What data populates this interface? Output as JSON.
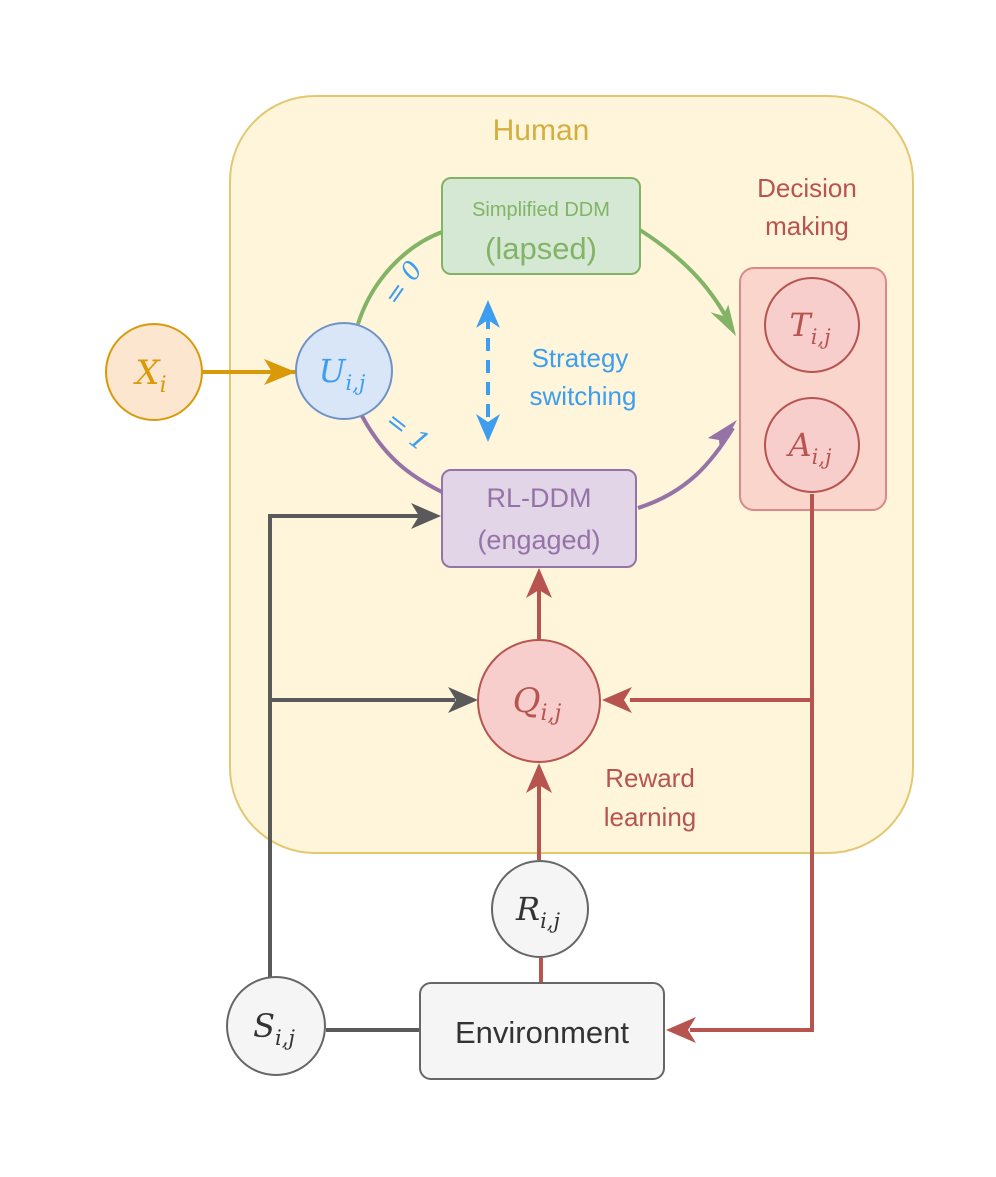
{
  "labels": {
    "human": "Human",
    "decision_making_line1": "Decision",
    "decision_making_line2": "making",
    "strategy_line1": "Strategy",
    "strategy_line2": "switching",
    "reward_line1": "Reward",
    "reward_line2": "learning",
    "u_eq0": "= 0",
    "u_eq1": "= 1"
  },
  "boxes": {
    "lapsed_line1": "Simplified DDM",
    "lapsed_line2": "(lapsed)",
    "engaged_line1": "RL-DDM",
    "engaged_line2": "(engaged)",
    "environment": "Environment"
  },
  "nodes": {
    "X": {
      "base": "X",
      "sub": "i"
    },
    "U": {
      "base": "U",
      "sub": "i,j"
    },
    "T": {
      "base": "T",
      "sub": "i,j"
    },
    "A": {
      "base": "A",
      "sub": "i,j"
    },
    "Q": {
      "base": "Q",
      "sub": "i,j"
    },
    "R": {
      "base": "R",
      "sub": "i,j"
    },
    "S": {
      "base": "S",
      "sub": "i,j"
    }
  },
  "colors": {
    "human_fill": "#fff5da",
    "human_stroke": "#e3c872",
    "human_text": "#d4ae3e",
    "orange": "#d99a09",
    "orange_fill": "#fde6cf",
    "blue": "#3d9ef0",
    "blue_fill": "#d8e6f8",
    "blue_stroke": "#6f93c9",
    "green": "#82b366",
    "green_fill": "#d5e8d4",
    "purple": "#9673a6",
    "purple_fill": "#e1d5e7",
    "red": "#b85450",
    "red_fill": "#f8cecc",
    "red_group_fill": "#f9d5cc",
    "red_group_stroke": "#dc8888",
    "gray": "#5a5a5a",
    "gray_fill": "#f5f5f5",
    "gray_stroke": "#666666",
    "dark_text": "#333333"
  }
}
